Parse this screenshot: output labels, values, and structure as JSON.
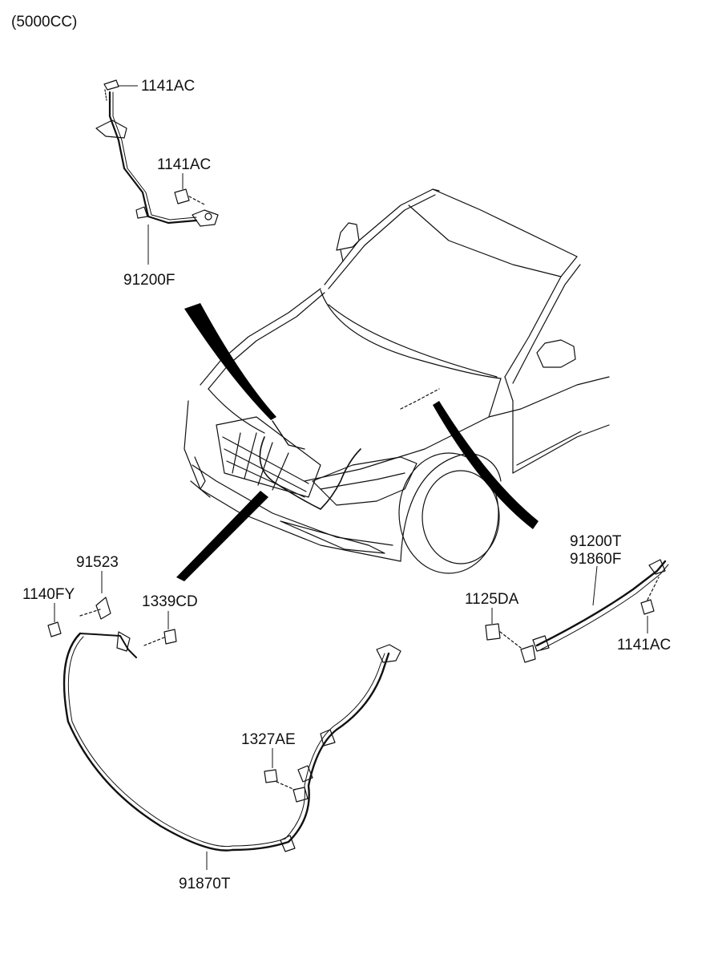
{
  "header": {
    "engine": "(5000CC)"
  },
  "colors": {
    "line": "#111111",
    "background": "#ffffff",
    "arrow": "#000000"
  },
  "parts": {
    "p_1141ac_top": "1141AC",
    "p_1141ac_mid": "1141AC",
    "p_91200f": "91200F",
    "p_91523": "91523",
    "p_1140fy": "1140FY",
    "p_1339cd": "1339CD",
    "p_1327ae": "1327AE",
    "p_91870t": "91870T",
    "p_91200t": "91200T",
    "p_91860f": "91860F",
    "p_1125da": "1125DA",
    "p_1141ac_right": "1141AC"
  }
}
